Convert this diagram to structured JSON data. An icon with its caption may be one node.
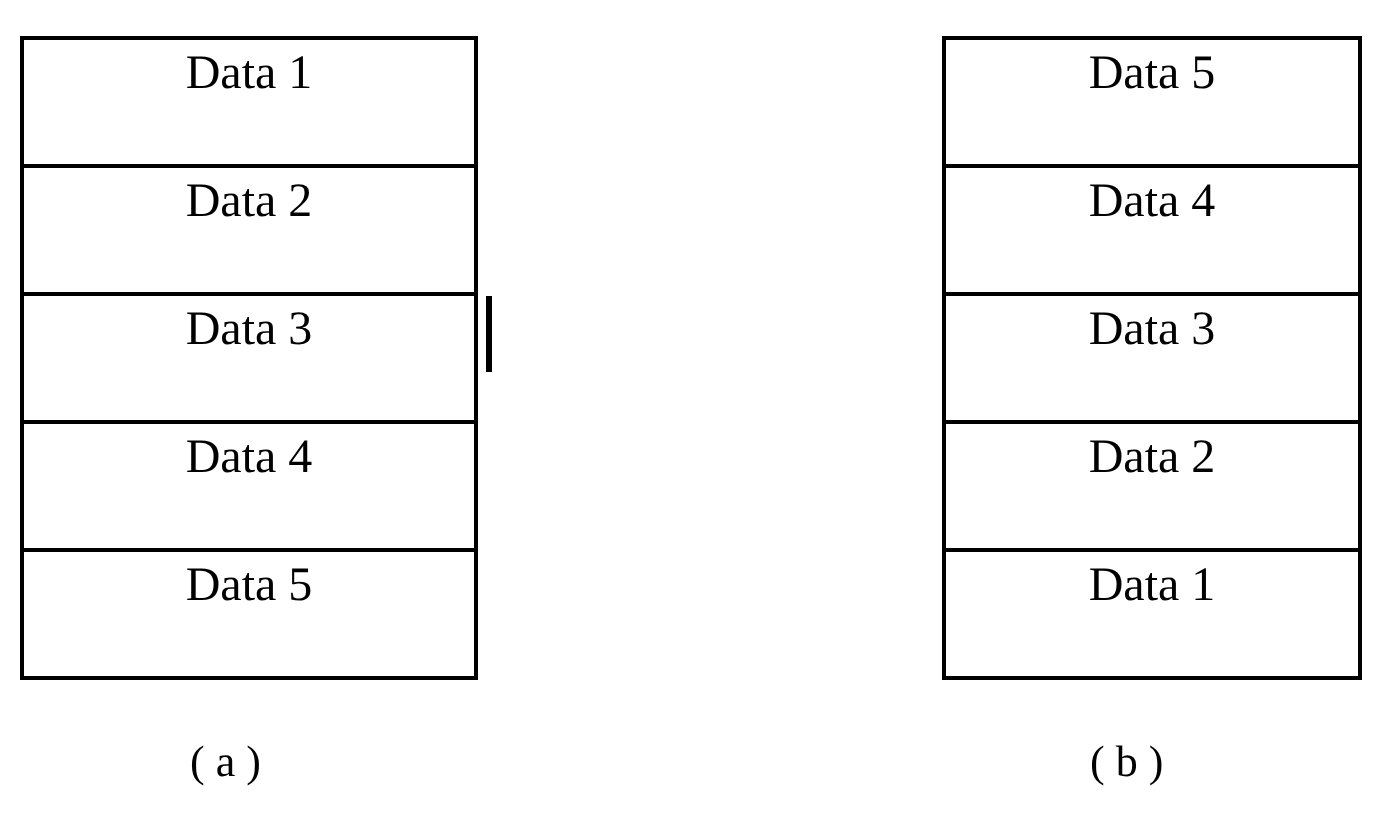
{
  "diagram": {
    "nodes": [
      {
        "text": [
          "Data 1"
        ]
      },
      {
        "text": [
          "Data 2"
        ]
      },
      {
        "text": [
          "Data 3"
        ]
      },
      {
        "text": [
          "Data 4"
        ]
      },
      {
        "text": [
          "Data 5"
        ]
      },
      {
        "text": [
          "Data 5"
        ]
      },
      {
        "text": [
          "Data 4"
        ]
      },
      {
        "text": [
          "Data 3"
        ]
      },
      {
        "text": [
          "Data 2"
        ]
      },
      {
        "text": [
          "Data 1"
        ]
      }
    ],
    "labels": [
      "( a )",
      "( b )"
    ]
  }
}
